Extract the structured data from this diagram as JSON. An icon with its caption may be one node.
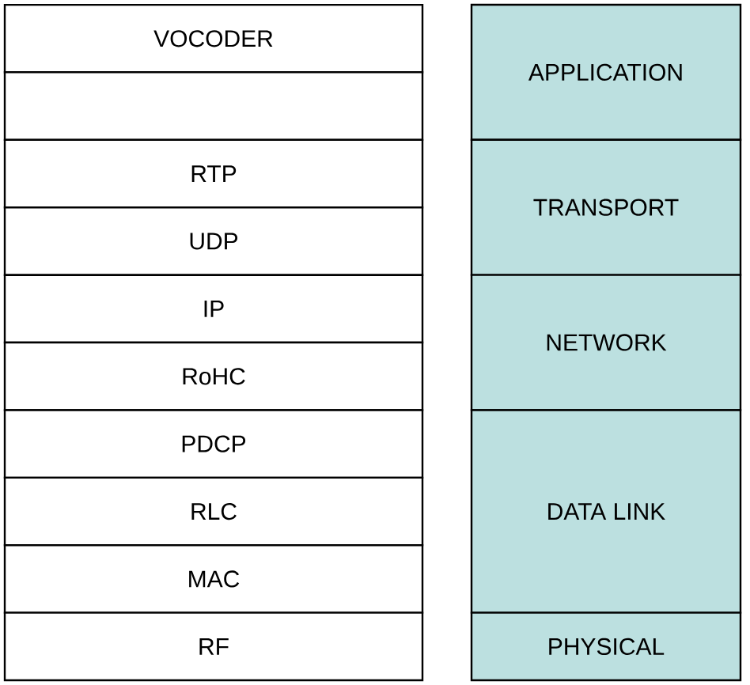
{
  "diagram": {
    "nodes": [
      {
        "text": [
          "VOCODER"
        ]
      },
      {
        "text": [],
        "shape": "box"
      },
      {
        "text": [
          "RTP"
        ]
      },
      {
        "text": [
          "UDP"
        ]
      },
      {
        "text": [
          "IP"
        ]
      },
      {
        "text": [
          "RoHC"
        ]
      },
      {
        "text": [
          "PDCP"
        ]
      },
      {
        "text": [
          "RLC"
        ]
      },
      {
        "text": [
          "MAC"
        ]
      },
      {
        "text": [
          "RF"
        ]
      },
      {
        "text": [
          "APPLICATION"
        ]
      },
      {
        "text": [
          "TRANSPORT"
        ]
      },
      {
        "text": [
          "NETWORK"
        ]
      },
      {
        "text": [
          "DATA LINK"
        ]
      },
      {
        "text": [
          "PHYSICAL"
        ]
      }
    ]
  }
}
